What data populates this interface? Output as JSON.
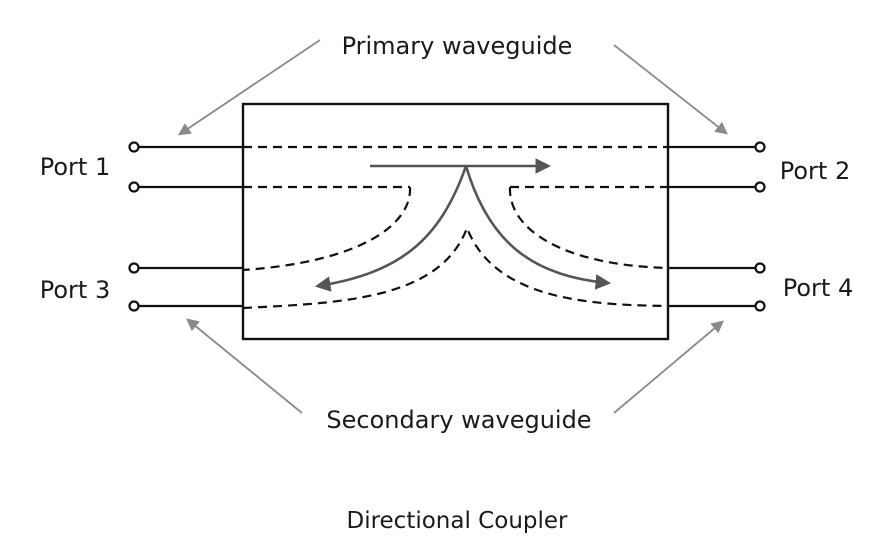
{
  "labels": {
    "primary": "Primary waveguide",
    "secondary": "Secondary waveguide",
    "title": "Directional Coupler",
    "port1": "Port 1",
    "port2": "Port 2",
    "port3": "Port 3",
    "port4": "Port 4"
  },
  "colors": {
    "lines": "#111111",
    "flow_arrows": "#555555",
    "pointer_arrows": "#8a8a8a"
  }
}
